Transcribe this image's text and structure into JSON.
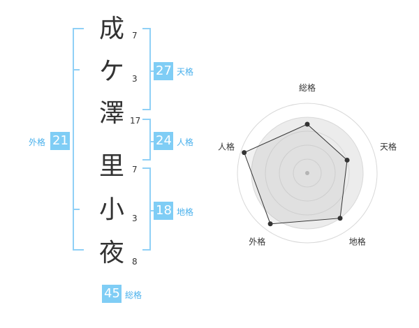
{
  "name": {
    "chars": [
      {
        "char": "成",
        "strokes": "7"
      },
      {
        "char": "ケ",
        "strokes": "3"
      },
      {
        "char": "澤",
        "strokes": "17"
      },
      {
        "char": "里",
        "strokes": "7"
      },
      {
        "char": "小",
        "strokes": "3"
      },
      {
        "char": "夜",
        "strokes": "8"
      }
    ]
  },
  "fortune": {
    "tenkaku": {
      "value": "27",
      "label": "天格"
    },
    "jinkaku": {
      "value": "24",
      "label": "人格"
    },
    "chikaku": {
      "value": "18",
      "label": "地格"
    },
    "gaikaku": {
      "value": "21",
      "label": "外格"
    },
    "soukaku": {
      "value": "45",
      "label": "総格"
    }
  },
  "colors": {
    "accent": "#7fcdf5",
    "accent_text": "#4bb1ec",
    "text": "#333333"
  },
  "chart_data": {
    "type": "radar",
    "axes": [
      "総格",
      "天格",
      "地格",
      "外格",
      "人格"
    ],
    "values": [
      0.7,
      0.6,
      0.8,
      0.9,
      0.95
    ],
    "rings": 5
  }
}
